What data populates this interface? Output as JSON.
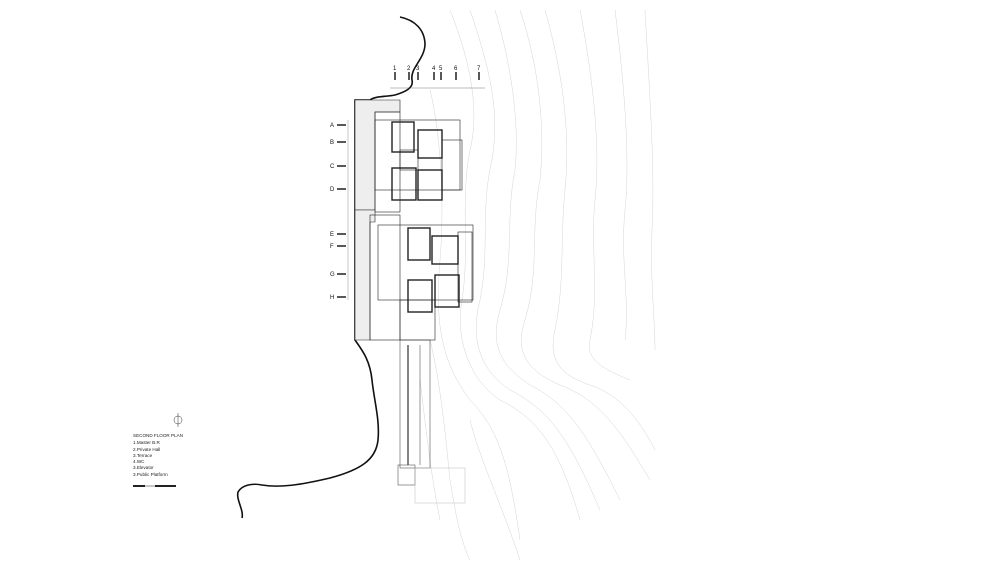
{
  "plan": {
    "title": "SECOND FLOOR PLAN",
    "legend": [
      "1.Master B.R",
      "2.Private Hall",
      "3.Terrace",
      "4.WC",
      "3.Elevator",
      "3.Public Platform"
    ],
    "grid_columns": [
      "1",
      "2",
      "3",
      "4",
      "5",
      "6",
      "7"
    ],
    "grid_rows": [
      "A",
      "B",
      "C",
      "D",
      "E",
      "F",
      "G",
      "H"
    ],
    "north_icon": "north-arrow-icon",
    "line_color": "#111111",
    "contour_color": "#cfcfcf"
  }
}
